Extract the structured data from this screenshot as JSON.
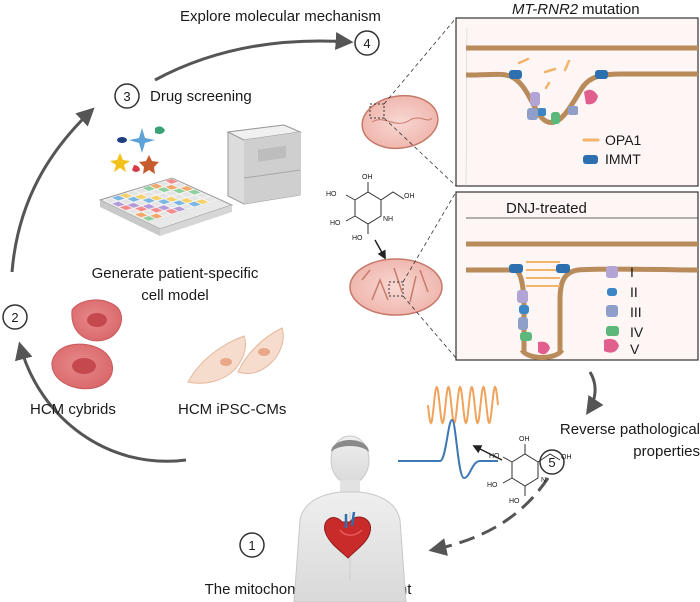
{
  "steps": {
    "s1": {
      "number": "1",
      "label": "The mitochondrial HCM patient"
    },
    "s2": {
      "number": "2",
      "label_line1": "Generate patient-specific",
      "label_line2": "cell model"
    },
    "s3": {
      "number": "3",
      "label": "Drug screening"
    },
    "s4": {
      "number": "4",
      "label": "Explore molecular mechanism"
    },
    "s5": {
      "number": "5",
      "label_line1": "Reverse pathological",
      "label_line2": "properties"
    }
  },
  "cells": {
    "cybrids": "HCM cybrids",
    "ipsc": "HCM iPSC-CMs"
  },
  "mutation_panel": {
    "title_italic": "MT-RNR2",
    "title_rest": " mutation",
    "legend": [
      "OPA1",
      "IMMT"
    ]
  },
  "dnj_panel": {
    "title": "DNJ-treated",
    "complexes": [
      "I",
      "II",
      "III",
      "IV",
      "V"
    ]
  },
  "molecule_labels": {
    "oh": "OH",
    "ho": "HO",
    "nh": "NH",
    "n": "N"
  },
  "colors": {
    "arrow": "#5a5a5a",
    "mito_fill": "#f3c3bd",
    "mito_stroke": "#c77a6b",
    "membrane": "#b98b5a",
    "opa1": "#f2b36b",
    "immt": "#2e6fb0",
    "complex_I": "#b3a4d6",
    "complex_II": "#3d86c6",
    "complex_III": "#8f9fc9",
    "complex_IV": "#5cb87a",
    "complex_V": "#e05f8d",
    "signal_orange": "#f0a35c",
    "signal_blue": "#3b78b5"
  }
}
